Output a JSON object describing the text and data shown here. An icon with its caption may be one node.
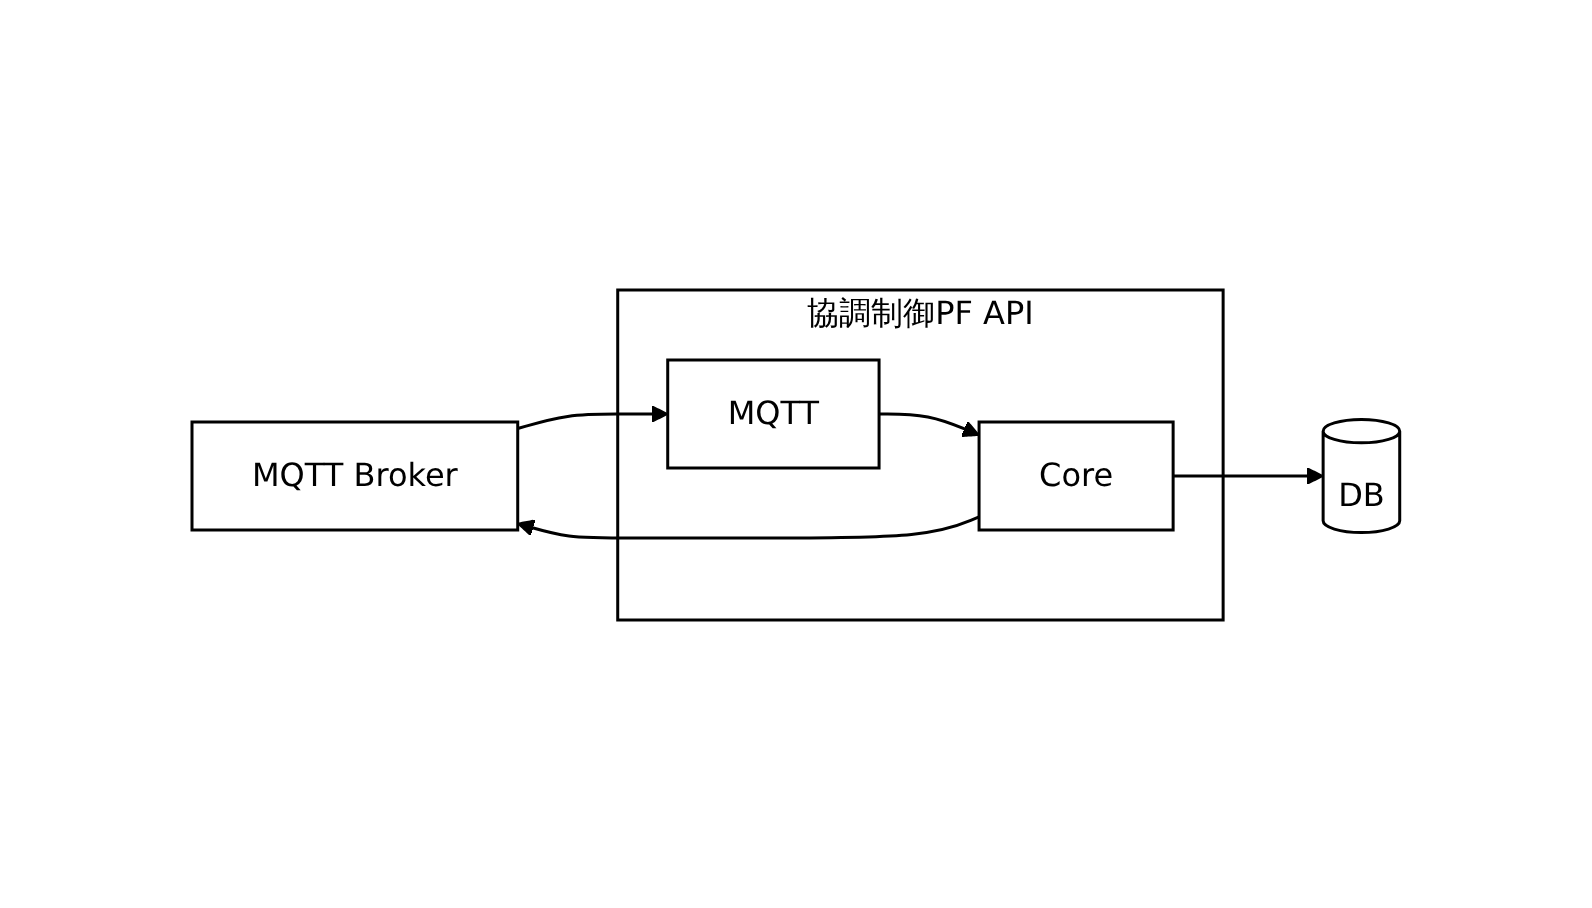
{
  "diagram": {
    "nodes": [
      {
        "text": [
          "MQTT Broker"
        ]
      },
      {
        "text": [
          "協調制御PF API"
        ]
      },
      {
        "text": [
          "MQTT"
        ],
        "in": 1
      },
      {
        "text": [
          "Core"
        ],
        "in": 1
      },
      {
        "text": [
          "DB"
        ]
      }
    ],
    "edges": [
      {
        "from": 0,
        "to": 2,
        "arrow": "to"
      },
      {
        "from": 2,
        "to": 3,
        "arrow": "to"
      },
      {
        "from": 3,
        "to": 0,
        "arrow": "to"
      },
      {
        "from": 3,
        "to": 4,
        "arrow": "to"
      }
    ]
  }
}
